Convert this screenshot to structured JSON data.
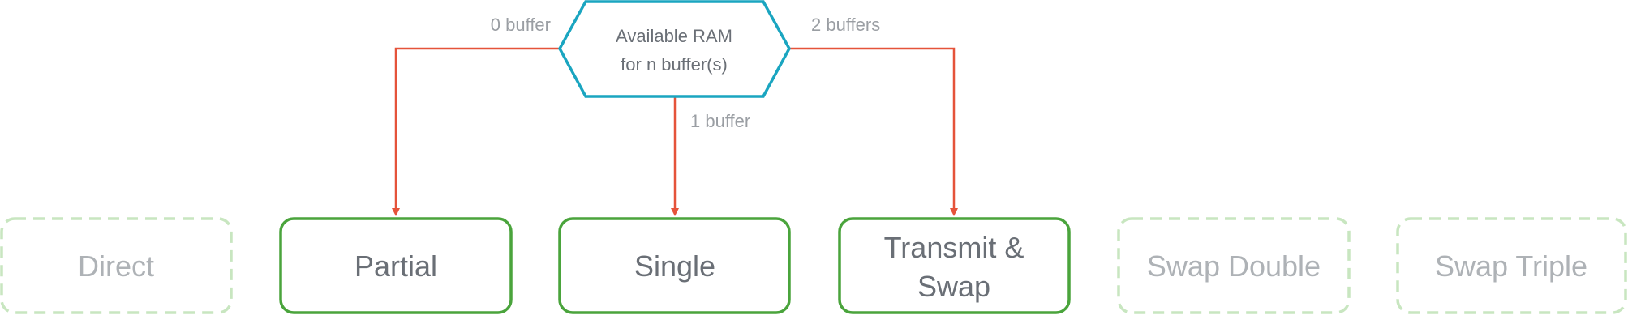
{
  "source": {
    "line1": "Available RAM",
    "line2": "for n buffer(s)"
  },
  "edges": {
    "zero": "0 buffer",
    "one": "1 buffer",
    "two": "2 buffers"
  },
  "boxes": {
    "direct": "Direct",
    "partial": "Partial",
    "single": "Single",
    "transmit_line1": "Transmit &",
    "transmit_line2": "Swap",
    "swap_double": "Swap Double",
    "swap_triple": "Swap Triple"
  },
  "colors": {
    "hexagon_stroke": "#1aa5c0",
    "arrow": "#e5533a",
    "active_box": "#4aa43c",
    "inactive_box": "#c8e6c0",
    "active_text": "#6a6f76",
    "inactive_text": "#aeb2b6",
    "edge_label": "#9a9ea3"
  }
}
